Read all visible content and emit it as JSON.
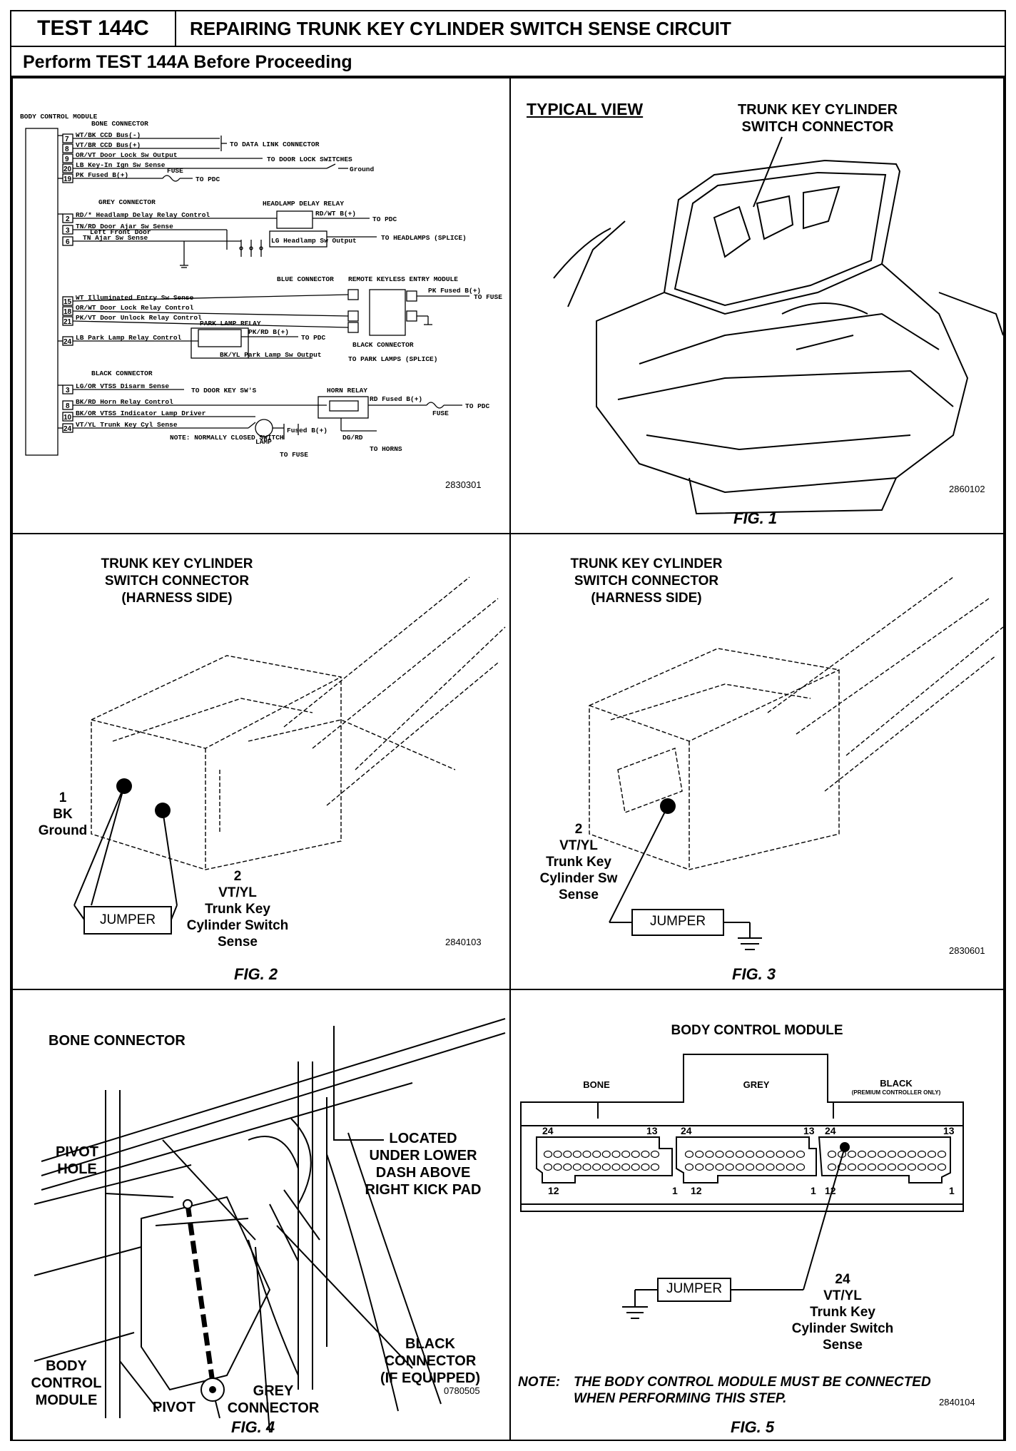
{
  "header": {
    "test_number": "TEST 144C",
    "title": "REPAIRING TRUNK KEY CYLINDER SWITCH SENSE CIRCUIT",
    "subtitle": "Perform TEST 144A Before Proceeding"
  },
  "schematic": {
    "module_label": "BODY CONTROL MODULE",
    "code": "2830301",
    "bone_connector": "BONE CONNECTOR",
    "grey_connector": "GREY CONNECTOR",
    "black_connector": "BLACK CONNECTOR",
    "bone_pins": [
      {
        "pin": "7",
        "wire": "WT/BK CCD Bus(-)"
      },
      {
        "pin": "8",
        "wire": "VT/BR CCD Bus(+)"
      },
      {
        "pin": "9",
        "wire": "OR/VT Door Lock Sw Output"
      },
      {
        "pin": "20",
        "wire": "LB Key-In Ign Sw Sense"
      },
      {
        "pin": "19",
        "wire": "PK Fused B(+)"
      }
    ],
    "grey_pins": [
      {
        "pin": "2",
        "wire": "RD/* Headlamp Delay Relay Control"
      },
      {
        "pin": "3",
        "wire": "TN/RD Door Ajar Sw Sense"
      },
      {
        "pin": "6",
        "wire": "TN Ajar Sw Sense"
      },
      {
        "pin": "15",
        "wire": "WT Illuminated Entry Sw Sense"
      },
      {
        "pin": "18",
        "wire": "OR/WT Door Lock Relay Control"
      },
      {
        "pin": "21",
        "wire": "PK/VT Door Unlock Relay Control"
      },
      {
        "pin": "24",
        "wire": "LB Park Lamp Relay Control"
      }
    ],
    "black_pins": [
      {
        "pin": "3",
        "wire": "LG/OR VTSS Disarm Sense"
      },
      {
        "pin": "8",
        "wire": "BK/RD Horn Relay Control"
      },
      {
        "pin": "10",
        "wire": "BK/OR VTSS Indicator Lamp Driver"
      },
      {
        "pin": "24",
        "wire": "VT/YL Trunk Key Cyl Sense"
      }
    ],
    "annotations": {
      "data_link": "TO DATA LINK CONNECTOR",
      "door_lock_switches": "TO DOOR LOCK SWITCHES",
      "ground": "Ground",
      "fuse": "FUSE",
      "to_pdc": "TO PDC",
      "headlamp_relay": "HEADLAMP DELAY RELAY",
      "rdwt": "RD/WT B(+)",
      "lg_headlamp": "LG Headlamp Sw Output",
      "to_headlamps": "TO HEADLAMPS (SPLICE)",
      "left_front_door": "Left Front Door",
      "blue_connector": "BLUE CONNECTOR",
      "rke_module": "REMOTE KEYLESS ENTRY MODULE",
      "pk_fused": "PK Fused B(+)",
      "to_fuse": "TO FUSE",
      "park_lamp_relay": "PARK LAMP RELAY",
      "pkrd": "PK/RD B(+)",
      "black_conn_2": "BLACK CONNECTOR",
      "bkyl": "BK/YL Park Lamp Sw Output",
      "to_park_lamps": "TO PARK LAMPS (SPLICE)",
      "to_door_key": "TO DOOR KEY SW'S",
      "horn_relay": "HORN RELAY",
      "rd_fused": "RD Fused B(+)",
      "lamp": "LAMP",
      "fused_b": "Fused B(+)",
      "to_fuse2": "TO FUSE",
      "dgrd": "DG/RD",
      "to_horns": "TO HORNS",
      "note": "NOTE: NORMALLY CLOSED SWITCH"
    }
  },
  "fig1": {
    "heading": "TYPICAL VIEW",
    "callout": "TRUNK KEY CYLINDER SWITCH CONNECTOR",
    "code": "2860102",
    "label": "FIG. 1"
  },
  "fig2": {
    "title_lines": [
      "TRUNK KEY CYLINDER",
      "SWITCH CONNECTOR",
      "(HARNESS SIDE)"
    ],
    "pin1": [
      "1",
      "BK",
      "Ground"
    ],
    "pin2": [
      "2",
      "VT/YL",
      "Trunk Key",
      "Cylinder Switch",
      "Sense"
    ],
    "jumper": "JUMPER",
    "code": "2840103",
    "label": "FIG. 2"
  },
  "fig3": {
    "title_lines": [
      "TRUNK KEY CYLINDER",
      "SWITCH CONNECTOR",
      "(HARNESS SIDE)"
    ],
    "pin2": [
      "2",
      "VT/YL",
      "Trunk Key",
      "Cylinder Sw",
      "Sense"
    ],
    "jumper": "JUMPER",
    "code": "2830601",
    "label": "FIG. 3"
  },
  "fig4": {
    "bone": "BONE CONNECTOR",
    "pivot_hole": [
      "PIVOT",
      "HOLE"
    ],
    "located": [
      "LOCATED",
      "UNDER LOWER",
      "DASH ABOVE",
      "RIGHT KICK PAD"
    ],
    "bcm": [
      "BODY",
      "CONTROL",
      "MODULE"
    ],
    "pivot": "PIVOT",
    "grey": [
      "GREY",
      "CONNECTOR"
    ],
    "black": [
      "BLACK",
      "CONNECTOR",
      "(IF EQUIPPED)"
    ],
    "code": "0780505",
    "label": "FIG. 4"
  },
  "fig5": {
    "title": "BODY CONTROL MODULE",
    "bone": "BONE",
    "grey": "GREY",
    "black": "BLACK",
    "premium": "(PREMIUM CONTROLLER ONLY)",
    "pin_nums": {
      "p24": "24",
      "p13": "13",
      "p12": "12",
      "p1": "1"
    },
    "callout": [
      "24",
      "VT/YL",
      "Trunk Key",
      "Cylinder Switch",
      "Sense"
    ],
    "jumper": "JUMPER",
    "note_lead": "NOTE:",
    "note_text": [
      "THE BODY CONTROL MODULE MUST BE CONNECTED",
      "WHEN PERFORMING THIS STEP."
    ],
    "code": "2840104",
    "label": "FIG. 5"
  }
}
